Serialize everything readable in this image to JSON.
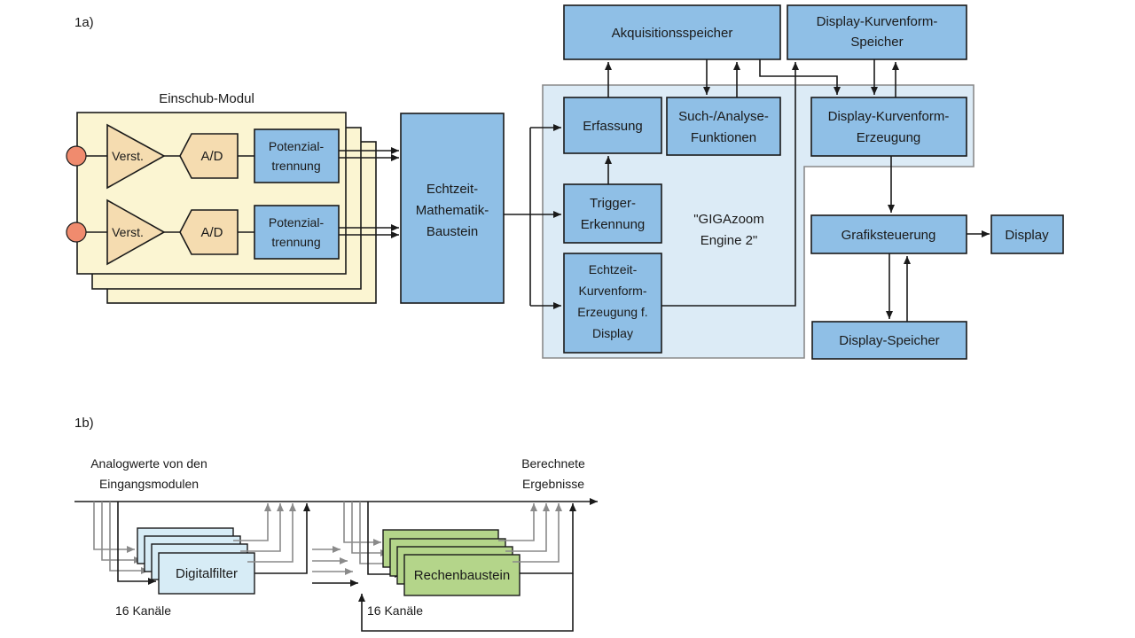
{
  "fig_a": {
    "label": "1a)",
    "module_title": "Einschub-Modul",
    "amp1": "Verst.",
    "amp2": "Verst.",
    "ad1": "A/D",
    "ad2": "A/D",
    "iso1": [
      "Potenzial-",
      "trennung"
    ],
    "iso2": [
      "Potenzial-",
      "trennung"
    ],
    "math": [
      "Echtzeit-",
      "Mathematik-",
      "Baustein"
    ],
    "acq_mem": "Akquisitionsspeicher",
    "dwf_mem": [
      "Display-Kurvenform-",
      "Speicher"
    ],
    "capture": "Erfassung",
    "search": [
      "Such-/Analyse-",
      "Funktionen"
    ],
    "dwf_gen": [
      "Display-Kurvenform-",
      "Erzeugung"
    ],
    "trigger": [
      "Trigger-",
      "Erkennung"
    ],
    "engine": [
      "\"GIGAzoom",
      "Engine 2\""
    ],
    "rt_wf": [
      "Echtzeit-",
      "Kurvenform-",
      "Erzeugung f.",
      "Display"
    ],
    "graphics": "Grafiksteuerung",
    "display": "Display",
    "disp_mem": "Display-Speicher"
  },
  "fig_b": {
    "label": "1b)",
    "in_label": [
      "Analogwerte von den",
      "Eingangsmodulen"
    ],
    "out_label": [
      "Berechnete",
      "Ergebnisse"
    ],
    "filter": "Digitalfilter",
    "compute": "Rechenbaustein",
    "channels1": "16 Kanäle",
    "channels2": "16 Kanäle"
  },
  "colors": {
    "block_blue": "#8fbfe6",
    "engine_bg": "#dcebf6",
    "module_bg": "#fbf5d2",
    "amp_orange": "#f5dcb0",
    "connector": "#f08b6e",
    "filter_bg": "#d7ecf6",
    "compute_green": "#b4d58a"
  }
}
